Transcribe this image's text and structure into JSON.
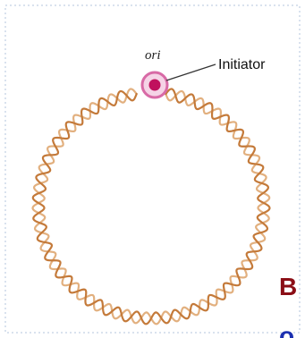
{
  "labels": {
    "ori": "ori",
    "initiator": "Initiator",
    "corner_b": "B",
    "corner_o": "o"
  },
  "colors": {
    "dna_strand": "#c47a3a",
    "dna_strand_light": "#e2b07f",
    "ori_ring": "#d86aa6",
    "ori_ring_fill": "#f5d3e6",
    "ori_core": "#c0105d",
    "corner_b": "#8b0e16",
    "corner_o": "#1b2fb0",
    "border_dots": "#d9e2ee"
  },
  "icons": {
    "ori_marker": "origin-of-replication-icon",
    "dna": "circular-dna-icon"
  }
}
